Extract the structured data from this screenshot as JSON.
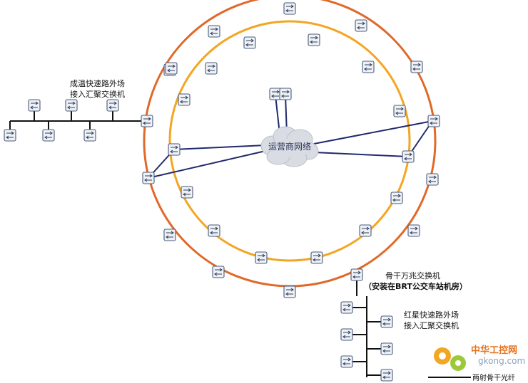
{
  "diagram": {
    "colors": {
      "outer_ring": "#e0692a",
      "inner_ring": "#f2a623",
      "fiber": "#1f2a6e",
      "lan": "#111111",
      "switch_fill": "#eef1f6",
      "switch_stroke": "#4a5a78",
      "cloud": "#d9dde3"
    },
    "cloud_label": "运营商网络",
    "labels": {
      "chengwen_line1": "成温快速路外场",
      "chengwen_line2": "接入汇聚交换机",
      "backbone_line1": "骨干万兆交换机",
      "backbone_line2": "（安装在BRT公交车站机房）",
      "hongxing_line1": "红星快速路外场",
      "hongxing_line2": "接入汇聚交换机"
    },
    "legend": {
      "label": "两射骨干光纤"
    },
    "watermark": {
      "cn": "中华工控网",
      "en": "gkong.com"
    }
  }
}
